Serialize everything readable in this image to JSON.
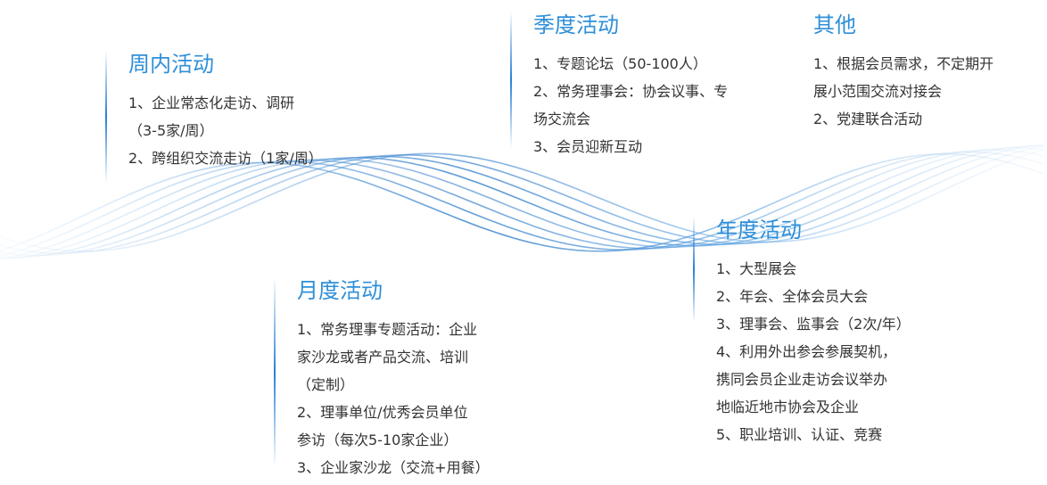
{
  "colors": {
    "title": "#2f8fd8",
    "text": "#333333",
    "wave_dark": "#1a6fc4",
    "wave_light": "#bcd9f2"
  },
  "sections": {
    "weekly": {
      "title": "周内活动",
      "lines": [
        "1、企业常态化走访、调研",
        "（3-5家/周）",
        "2、跨组织交流走访（1家/周）"
      ]
    },
    "monthly": {
      "title": "月度活动",
      "lines": [
        "1、常务理事专题活动：企业",
        "家沙龙或者产品交流、培训",
        "（定制）",
        "2、理事单位/优秀会员单位",
        "参访（每次5-10家企业）",
        "3、企业家沙龙（交流+用餐）"
      ]
    },
    "quarterly": {
      "title": "季度活动",
      "lines": [
        "1、专题论坛（50-100人）",
        "2、常务理事会：协会议事、专",
        "场交流会",
        "3、会员迎新互动"
      ]
    },
    "annual": {
      "title": "年度活动",
      "lines": [
        "1、大型展会",
        "2、年会、全体会员大会",
        "3、理事会、监事会（2次/年）",
        "4、利用外出参会参展契机，",
        "携同会员企业走访会议举办",
        "地临近地市协会及企业",
        "5、职业培训、认证、竞赛"
      ]
    },
    "other": {
      "title": "其他",
      "lines": [
        "1、根据会员需求，不定期开",
        "展小范围交流对接会",
        "2、党建联合活动"
      ]
    }
  }
}
